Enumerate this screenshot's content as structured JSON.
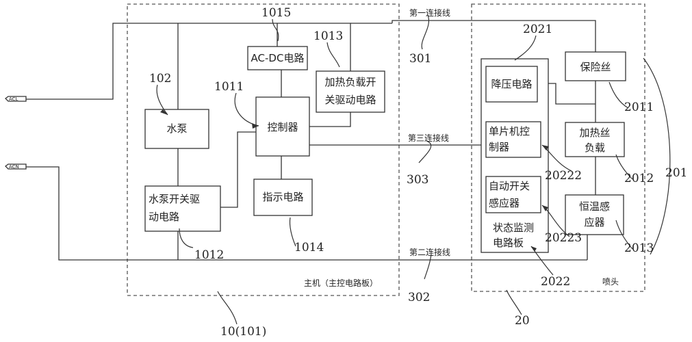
{
  "terminals": {
    "acl": "ACL",
    "acn": "ACN"
  },
  "host": {
    "caption": "主机（主控电路板）",
    "ref": "10(101)",
    "blocks": {
      "acdc": {
        "label": "AC-DC电路",
        "ref": "1015"
      },
      "heat_drive": {
        "line1": "加热负载开",
        "line2": "关驱动电路",
        "ref": "1013"
      },
      "controller": {
        "label": "控制器",
        "ref": "1011"
      },
      "pump": {
        "label": "水泵",
        "ref": "102"
      },
      "pump_drive": {
        "line1": "水泵开关驱",
        "line2": "动电路",
        "ref": "1012"
      },
      "indicator": {
        "label": "指示电路",
        "ref": "1014"
      }
    }
  },
  "nozzle": {
    "caption": "喷头",
    "ref": "20",
    "group_ref": "201",
    "blocks": {
      "stepdown": {
        "label": "降压电路",
        "ref": "2021"
      },
      "mcu": {
        "line1": "单片机控",
        "line2": "制器",
        "ref": "20222"
      },
      "auto_switch": {
        "line1": "自动开关",
        "line2": "感应器",
        "ref": "20223"
      },
      "status_board": {
        "line1": "状态监测",
        "line2": "电路板",
        "ref": "2022"
      },
      "fuse": {
        "label": "保险丝",
        "ref": "2011"
      },
      "heater": {
        "line1": "加热丝",
        "line2": "负载",
        "ref": "2012"
      },
      "thermostat": {
        "line1": "恒温感",
        "line2": "应器",
        "ref": "2013"
      }
    }
  },
  "wires": {
    "first": {
      "label": "第一连接线",
      "ref": "301"
    },
    "third": {
      "label": "第三连接线",
      "ref": "303"
    },
    "second": {
      "label": "第二连接线",
      "ref": "302"
    }
  }
}
